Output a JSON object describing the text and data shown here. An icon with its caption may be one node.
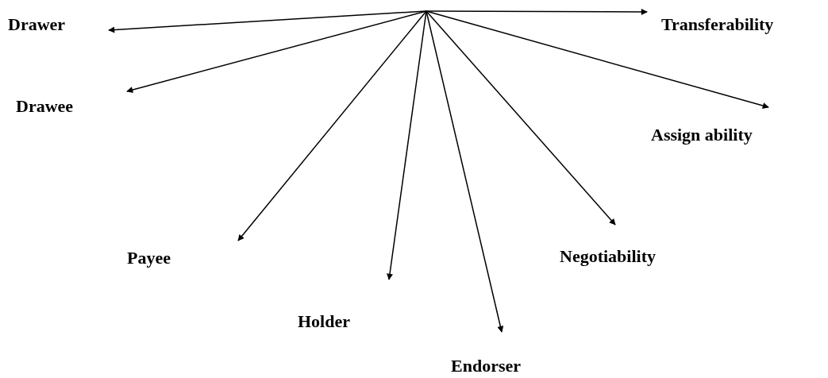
{
  "diagram": {
    "nodes": [
      {
        "text": [
          "Drawer"
        ]
      },
      {
        "text": [
          "Transferability"
        ]
      },
      {
        "text": [
          "Drawee"
        ]
      },
      {
        "text": [
          "Assign ability"
        ]
      },
      {
        "text": [
          "Payee"
        ]
      },
      {
        "text": [
          "Negotiability"
        ]
      },
      {
        "text": [
          "Holder"
        ]
      },
      {
        "text": [
          "Endorser"
        ]
      }
    ],
    "edges": [
      {
        "from": null,
        "to": 0,
        "arrow": "to"
      },
      {
        "from": null,
        "to": 1,
        "arrow": "to"
      },
      {
        "from": null,
        "to": 2,
        "arrow": "to"
      },
      {
        "from": null,
        "to": 3,
        "arrow": "to"
      },
      {
        "from": null,
        "to": 4,
        "arrow": "to"
      },
      {
        "from": null,
        "to": 5,
        "arrow": "to"
      },
      {
        "from": null,
        "to": 6,
        "arrow": "to"
      },
      {
        "from": null,
        "to": 7,
        "arrow": "to"
      }
    ]
  }
}
